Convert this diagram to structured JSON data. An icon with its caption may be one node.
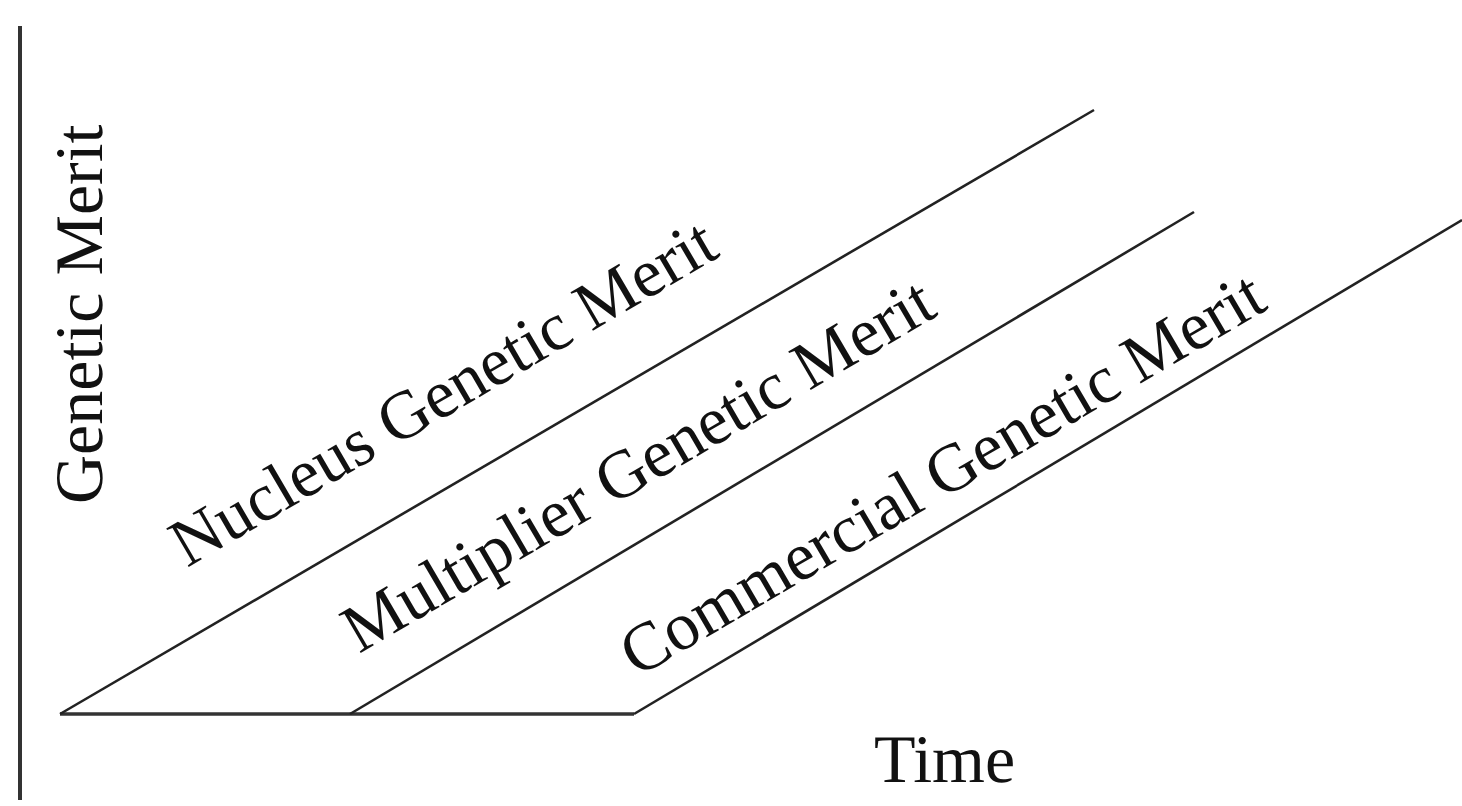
{
  "diagram": {
    "labels": [
      "Genetic Merit",
      "Nucleus Genetic Merit",
      "Multiplier Genetic Merit",
      "Commercial Genetic Merit",
      "Time"
    ]
  }
}
